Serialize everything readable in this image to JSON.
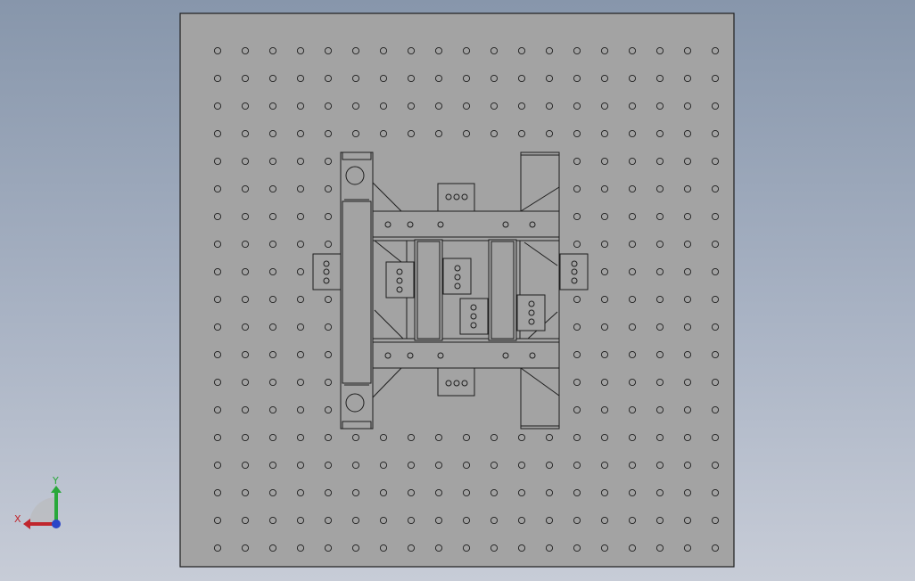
{
  "viewport": {
    "background_top": "#8796ab",
    "background_bottom": "#c7ccd7"
  },
  "model": {
    "fill_color": "#a3a3a3",
    "edge_color": "#1e1e1e",
    "hole_rows": 19,
    "hole_cols": 19
  },
  "triad": {
    "x_label": "X",
    "y_label": "Y",
    "x_color": "#c0262d",
    "y_color": "#29a83a",
    "z_color": "#2a45c8"
  }
}
